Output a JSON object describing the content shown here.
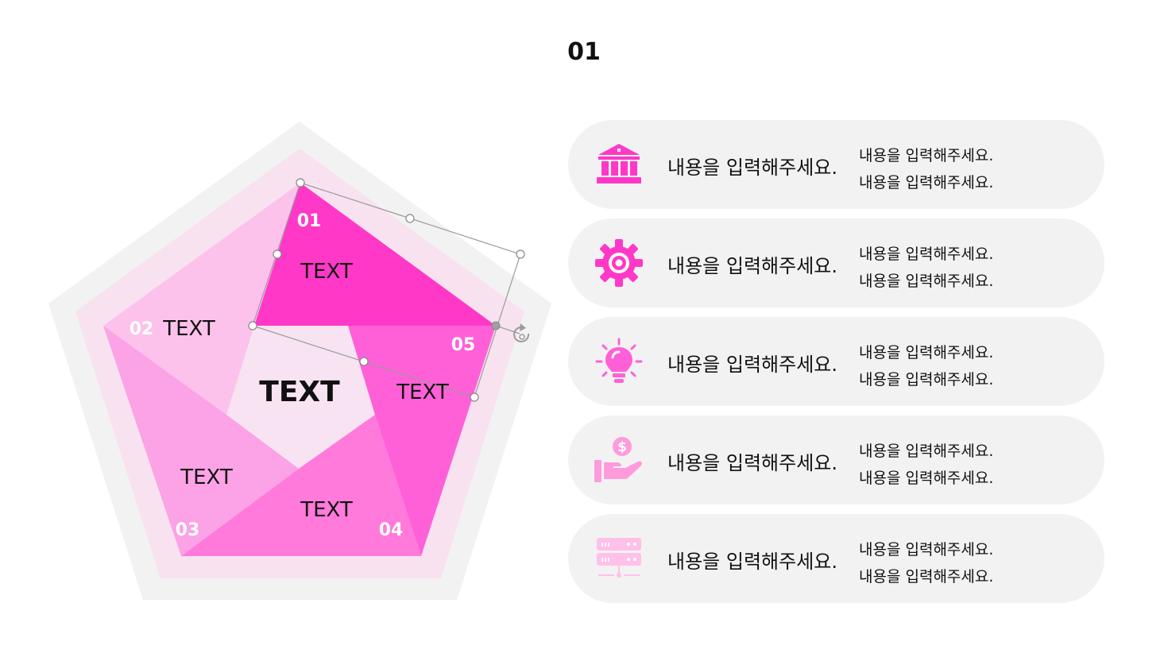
{
  "page": {
    "title": "01"
  },
  "diagram": {
    "center_label": "TEXT",
    "segments": [
      {
        "number": "01",
        "label": "TEXT"
      },
      {
        "number": "02",
        "label": "TEXT"
      },
      {
        "number": "03",
        "label": "TEXT"
      },
      {
        "number": "04",
        "label": "TEXT"
      },
      {
        "number": "05",
        "label": "TEXT"
      }
    ]
  },
  "items": [
    {
      "icon": "bank-icon",
      "title": "내용을 입력해주세요.",
      "desc": [
        "내용을 입력해주세요.",
        "내용을 입력해주세요."
      ]
    },
    {
      "icon": "gear-icon",
      "title": "내용을 입력해주세요.",
      "desc": [
        "내용을 입력해주세요.",
        "내용을 입력해주세요."
      ]
    },
    {
      "icon": "lightbulb-icon",
      "title": "내용을 입력해주세요.",
      "desc": [
        "내용을 입력해주세요.",
        "내용을 입력해주세요."
      ]
    },
    {
      "icon": "money-hand-icon",
      "title": "내용을 입력해주세요.",
      "desc": [
        "내용을 입력해주세요.",
        "내용을 입력해주세요."
      ]
    },
    {
      "icon": "server-icon",
      "title": "내용을 입력해주세요.",
      "desc": [
        "내용을 입력해주세요.",
        "내용을 입력해주세요."
      ]
    }
  ],
  "colors": {
    "accent": "#ff38c8",
    "outer": "#f2f2f2",
    "inner": "#f8e2f0",
    "center": "#f7e3f2",
    "segment_01": "#ff38c8",
    "segment_02": "#fcc2ec",
    "segment_03": "#fca2e6",
    "segment_04": "#ff7ada",
    "segment_05": "#ff60d8",
    "card": "#f2f2f2"
  }
}
